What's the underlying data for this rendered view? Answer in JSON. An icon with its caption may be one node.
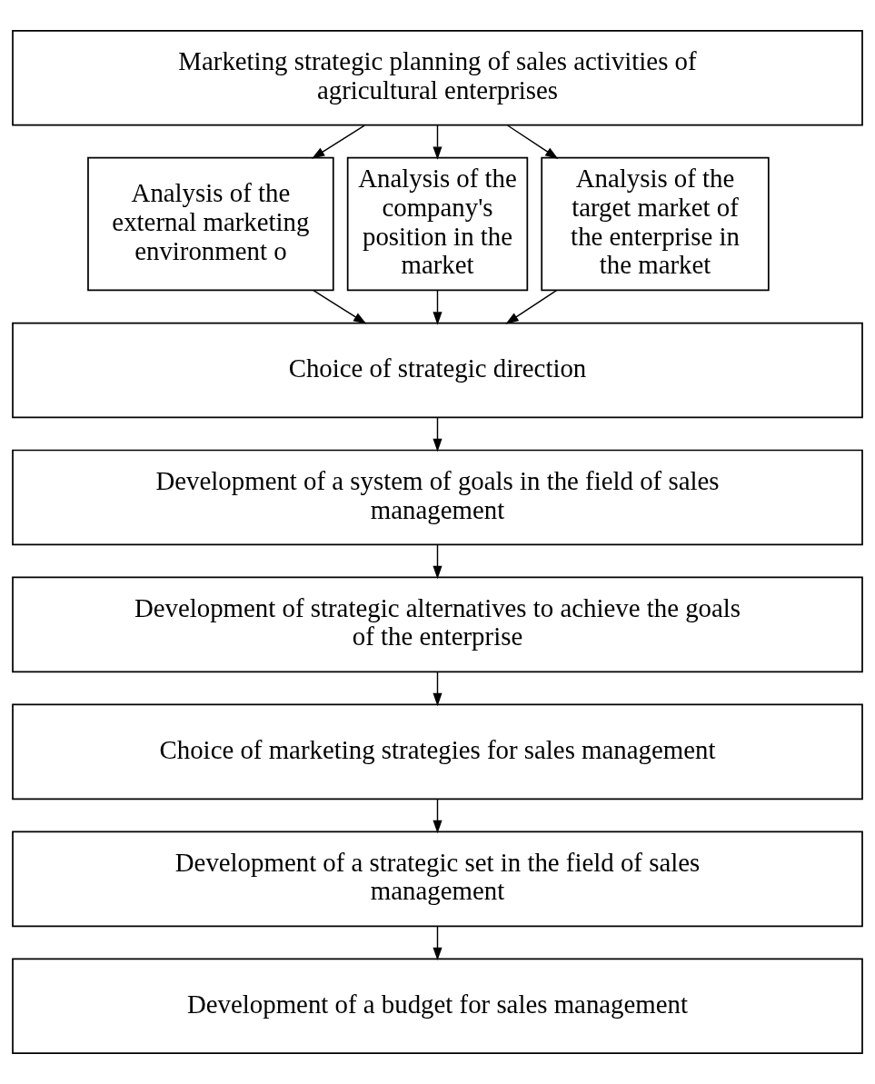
{
  "diagram": {
    "nodes": [
      {
        "text": [
          "Marketing strategic planning of sales activities of agricultural enterprises"
        ]
      },
      {
        "text": [
          "Analysis of the external marketing environment o"
        ]
      },
      {
        "text": [
          "Analysis of the company's position in the market"
        ]
      },
      {
        "text": [
          "Analysis of the target market of the enterprise in the market"
        ]
      },
      {
        "text": [
          "Choice of strategic direction"
        ]
      },
      {
        "text": [
          "Development of a system of goals in the field of sales management"
        ]
      },
      {
        "text": [
          "Development of strategic alternatives to achieve the goals of the enterprise"
        ]
      },
      {
        "text": [
          "Choice of marketing strategies for sales management"
        ]
      },
      {
        "text": [
          "Development of a strategic set in the field of sales management"
        ]
      },
      {
        "text": [
          "Development of a budget for sales management"
        ]
      }
    ],
    "edges": [
      {
        "from": 0,
        "to": 1,
        "arrow": "to"
      },
      {
        "from": 0,
        "to": 2,
        "arrow": "to"
      },
      {
        "from": 0,
        "to": 3,
        "arrow": "to"
      },
      {
        "from": 1,
        "to": 4,
        "arrow": "to"
      },
      {
        "from": 2,
        "to": 4,
        "arrow": "to"
      },
      {
        "from": 3,
        "to": 4,
        "arrow": "to"
      },
      {
        "from": 4,
        "to": 5,
        "arrow": "to"
      },
      {
        "from": 5,
        "to": 6,
        "arrow": "to"
      },
      {
        "from": 6,
        "to": 7,
        "arrow": "to"
      },
      {
        "from": 7,
        "to": 8,
        "arrow": "to"
      },
      {
        "from": 8,
        "to": 9,
        "arrow": "to"
      }
    ]
  }
}
